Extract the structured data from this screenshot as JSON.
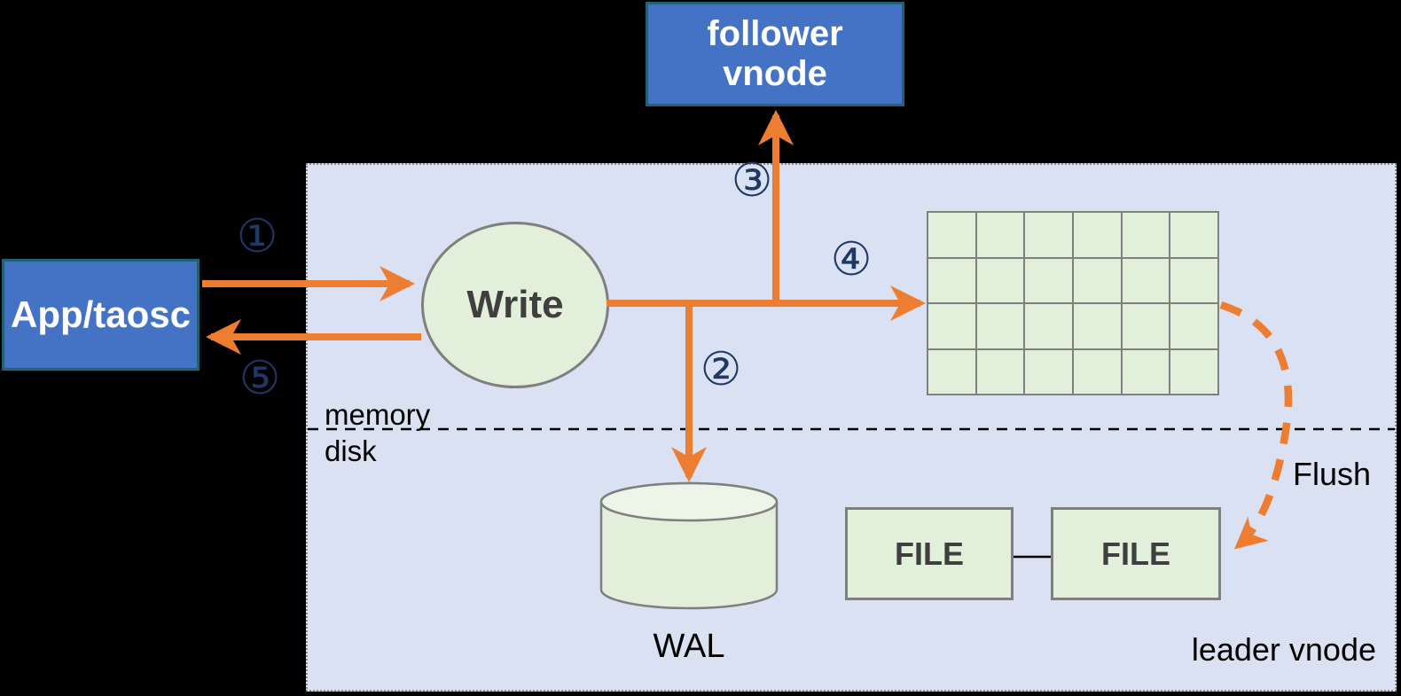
{
  "nodes": {
    "app": {
      "label": "App/taosc"
    },
    "follower_vnode": {
      "label": "follower vnode"
    },
    "write": {
      "label": "Write"
    },
    "wal": {
      "label": "WAL"
    },
    "file_left": {
      "label": "FILE"
    },
    "file_right": {
      "label": "FILE"
    }
  },
  "labels": {
    "memory": "memory",
    "disk": "disk",
    "flush": "Flush",
    "leader_vnode": "leader vnode"
  },
  "steps": [
    {
      "glyph": "①"
    },
    {
      "glyph": "②"
    },
    {
      "glyph": "③"
    },
    {
      "glyph": "④"
    },
    {
      "glyph": "⑤"
    }
  ],
  "memtable": {
    "rows": 4,
    "cols": 6
  },
  "colors": {
    "background": "#000000",
    "panel_fill": "#D9E1F2",
    "node_blue_fill": "#4472C4",
    "node_blue_border": "#1F6377",
    "shape_green_fill": "#E2EFDA",
    "shape_border_gray": "#7F7F7F",
    "arrow_orange": "#ED7D31",
    "step_number_navy": "#1F3864"
  }
}
